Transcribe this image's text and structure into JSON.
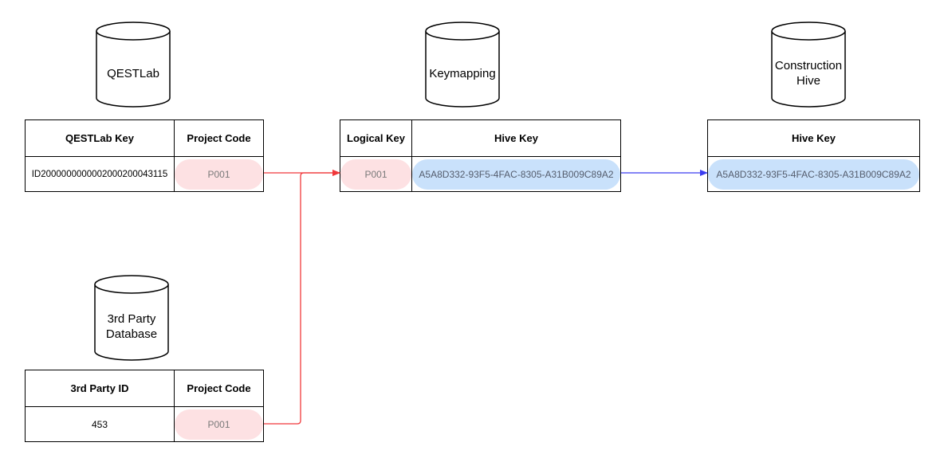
{
  "databases": {
    "qestlab": "QESTLab",
    "keymapping": "Keymapping",
    "construction_hive": "Construction Hive",
    "third_party": "3rd Party Database"
  },
  "tables": {
    "qestlab": {
      "headers": [
        "QESTLab Key",
        "Project Code"
      ],
      "row": [
        "ID2000000000002000200043115",
        "P001"
      ]
    },
    "third_party": {
      "headers": [
        "3rd Party ID",
        "Project Code"
      ],
      "row": [
        "453",
        "P001"
      ]
    },
    "keymapping": {
      "headers": [
        "Logical Key",
        "Hive Key"
      ],
      "row": [
        "P001",
        "A5A8D332-93F5-4FAC-8305-A31B009C89A2"
      ]
    },
    "hive": {
      "headers": [
        "Hive Key"
      ],
      "row": [
        "A5A8D332-93F5-4FAC-8305-A31B009C89A2"
      ]
    }
  },
  "colors": {
    "red_link": "#f0383b",
    "blue_link": "#3a3cf0",
    "red_highlight": "#fde1e3",
    "blue_highlight": "#c9e1fb"
  }
}
